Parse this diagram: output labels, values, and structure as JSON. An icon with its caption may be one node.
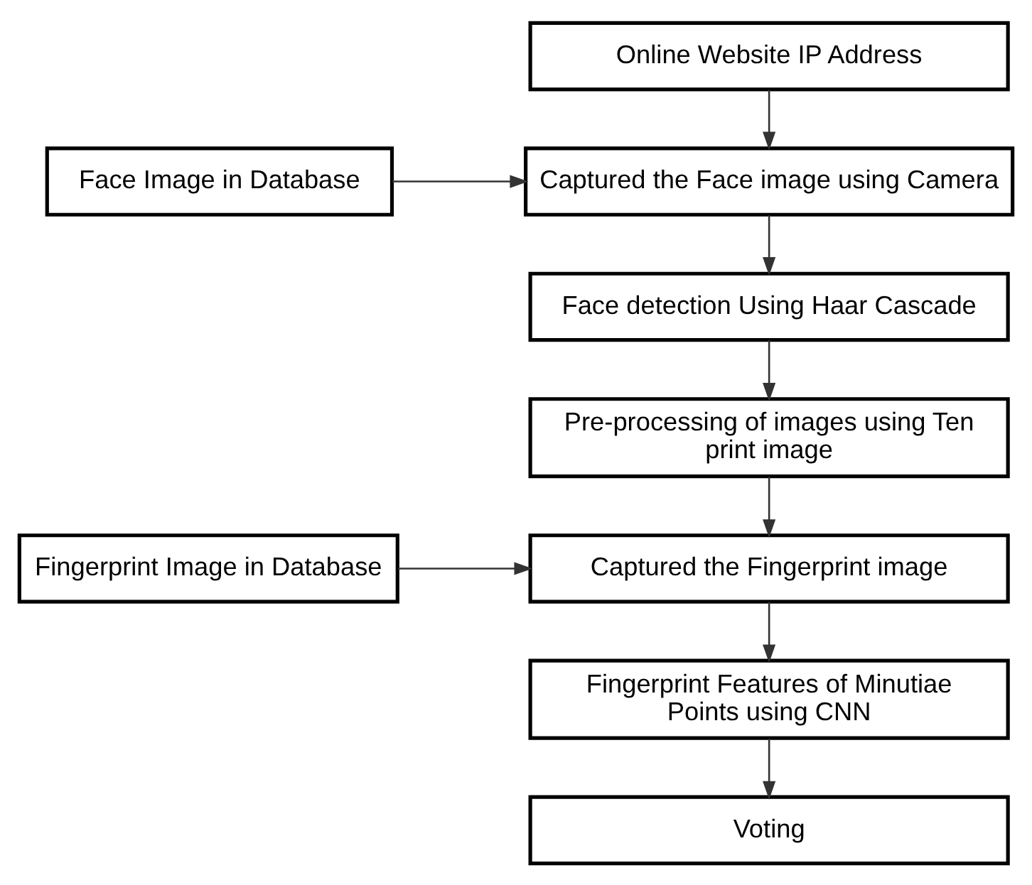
{
  "diagram": {
    "nodes": [
      {
        "text": [
          "Online Website IP Address"
        ]
      },
      {
        "text": [
          "Captured the Face image using Camera"
        ]
      },
      {
        "text": [
          "Face Image in Database"
        ]
      },
      {
        "text": [
          "Face detection Using Haar Cascade"
        ]
      },
      {
        "text": [
          "Pre-processing of images using Ten print image"
        ]
      },
      {
        "text": [
          "Captured the Fingerprint image"
        ]
      },
      {
        "text": [
          "Fingerprint Image in Database"
        ]
      },
      {
        "text": [
          "Fingerprint Features of Minutiae Points using CNN"
        ]
      },
      {
        "text": [
          "Voting"
        ]
      }
    ],
    "edges": [
      {
        "from": 0,
        "to": 1,
        "arrow": "to"
      },
      {
        "from": 2,
        "to": 1,
        "arrow": "to"
      },
      {
        "from": 1,
        "to": 3,
        "arrow": "to"
      },
      {
        "from": 3,
        "to": 4,
        "arrow": "to"
      },
      {
        "from": 4,
        "to": 5,
        "arrow": "to"
      },
      {
        "from": 6,
        "to": 5,
        "arrow": "to"
      },
      {
        "from": 5,
        "to": 7,
        "arrow": "to"
      },
      {
        "from": 7,
        "to": 8,
        "arrow": "to"
      }
    ]
  }
}
